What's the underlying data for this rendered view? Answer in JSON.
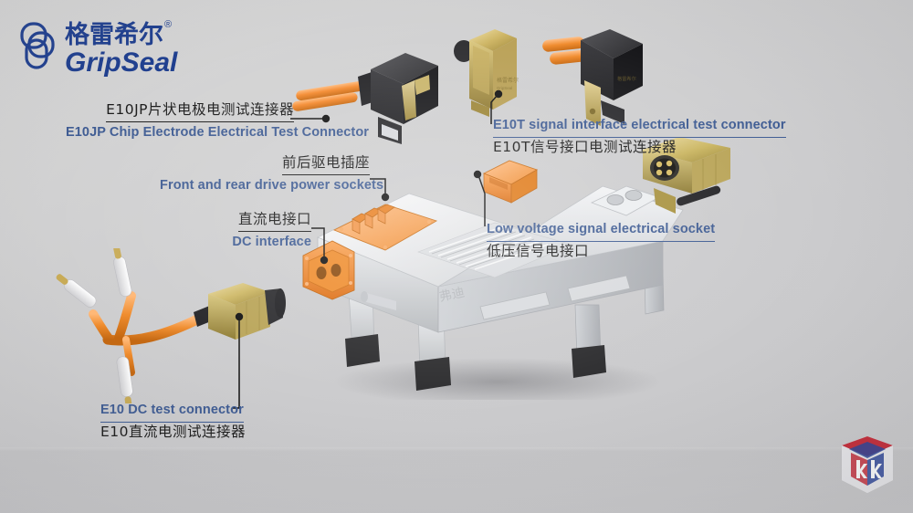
{
  "brand": {
    "name_cn": "格雷希尔",
    "name_en": "GripSeal",
    "registered_mark": "®",
    "logo_color": "#1f3f8f"
  },
  "theme": {
    "background_start": "#d6d6d6",
    "background_end": "#c9c9cb",
    "label_en_color": "#3f5c93",
    "label_cn_color": "#1b1b1b",
    "leader_color": "#111111",
    "accent_orange": "#f07d22",
    "accent_gold": "#c9ae5a",
    "body_black": "#2e2e31"
  },
  "annotations": [
    {
      "id": "e10jp",
      "cn": "E10JP片状电极电测试连接器",
      "en": "E10JP Chip Electrode Electrical Test Connector",
      "order": "cn-top",
      "underline": "cn",
      "align": "right"
    },
    {
      "id": "e10t",
      "cn": "E10T信号接口电测试连接器",
      "en": "E10T signal interface electrical test connector",
      "order": "en-top",
      "underline": "en",
      "align": "left"
    },
    {
      "id": "front-rear-drive",
      "cn": "前后驱电插座",
      "en": "Front and rear drive power sockets",
      "order": "cn-top",
      "underline": "cn",
      "align": "right"
    },
    {
      "id": "dc-interface",
      "cn": "直流电接口",
      "en": "DC interface",
      "order": "cn-top",
      "underline": "cn",
      "align": "right"
    },
    {
      "id": "low-voltage",
      "cn": "低压信号电接口",
      "en": "Low voltage signal electrical socket",
      "order": "en-top",
      "underline": "en",
      "align": "left"
    },
    {
      "id": "e10-dc",
      "cn": "E10直流电测试连接器",
      "en": "E10 DC test connector",
      "order": "en-top",
      "underline": "en",
      "align": "left"
    }
  ],
  "parts": {
    "e10jp_connector": "E10JP chip electrode test connector with orange twin cable",
    "e10t_gold_connector": "gold bodied E10T signal test connector",
    "e10t_black_connector": "black bodied E10T test connector with orange twin cable",
    "gold_socket_right": "gold multi-pin electrical socket",
    "e10_dc_connector": "E10 DC test connector with three orange leads and banana plugs",
    "device": "electric vehicle power control unit (inverter housing)",
    "device_sockets": {
      "front_rear_drive": "orange multi-blade power socket on top-left of housing",
      "low_voltage": "orange low-voltage signal socket on top of housing",
      "dc_interface": "orange two-pin DC socket on left face of housing"
    }
  },
  "watermark": {
    "name": "cube-logo-watermark",
    "colors": [
      "#c3202e",
      "#1f3a93",
      "#ffffff"
    ]
  }
}
